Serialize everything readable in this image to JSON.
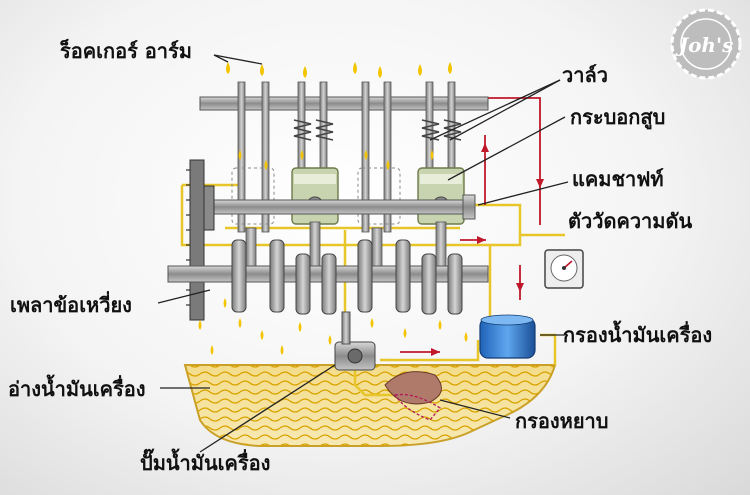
{
  "labels": {
    "rocker_arm": "ร็อคเกอร์ อาร์ม",
    "valve": "วาล์ว",
    "cylinder": "กระบอกสูบ",
    "camshaft": "แคมชาฟท์",
    "pressure_gauge": "ตัววัดความดัน",
    "crankshaft": "เพลาข้อเหวี่ยง",
    "oil_filter": "กรองน้ำมันเครื่อง",
    "oil_pan": "อ่างน้ำมันเครื่อง",
    "strainer": "กรองหยาบ",
    "oil_pump": "ปั๊มน้ำมันเครื่อง"
  },
  "logo": {
    "text": "Joh's"
  },
  "colors": {
    "oil": "#f2c500",
    "oil_line": "#e8c62a",
    "metal": "#9a9a9a",
    "flow_arrow": "#c0182a",
    "label_line": "#222222"
  }
}
